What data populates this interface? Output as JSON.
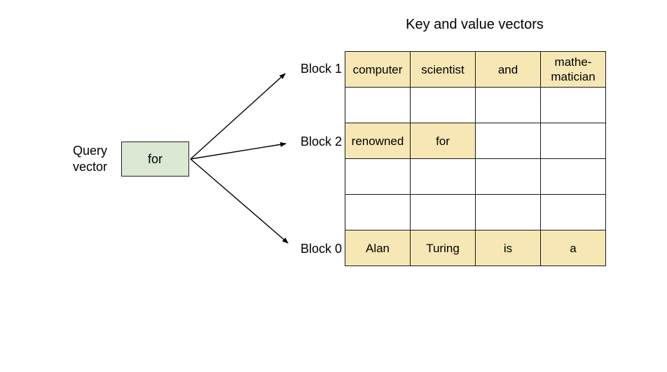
{
  "title": "Key and value vectors",
  "query_vector": {
    "label": "Query\nvector",
    "box_text": "for"
  },
  "block_labels": [
    {
      "label": "Block 1"
    },
    {
      "label": "Block 2"
    },
    {
      "label": "Block 0"
    }
  ],
  "table": {
    "rows": [
      {
        "block": "Block 1",
        "cells": [
          {
            "text": "computer",
            "highlight": true
          },
          {
            "text": "scientist",
            "highlight": true
          },
          {
            "text": "and",
            "highlight": true
          },
          {
            "text": "mathe-\nmatician",
            "highlight": true
          }
        ]
      },
      {
        "block": "",
        "cells": [
          {
            "text": "",
            "highlight": false
          },
          {
            "text": "",
            "highlight": false
          },
          {
            "text": "",
            "highlight": false
          },
          {
            "text": "",
            "highlight": false
          }
        ]
      },
      {
        "block": "Block 2",
        "cells": [
          {
            "text": "renowned",
            "highlight": true
          },
          {
            "text": "for",
            "highlight": true
          },
          {
            "text": "",
            "highlight": false
          },
          {
            "text": "",
            "highlight": false
          }
        ]
      },
      {
        "block": "",
        "cells": [
          {
            "text": "",
            "highlight": false
          },
          {
            "text": "",
            "highlight": false
          },
          {
            "text": "",
            "highlight": false
          },
          {
            "text": "",
            "highlight": false
          }
        ]
      },
      {
        "block": "",
        "cells": [
          {
            "text": "",
            "highlight": false
          },
          {
            "text": "",
            "highlight": false
          },
          {
            "text": "",
            "highlight": false
          },
          {
            "text": "",
            "highlight": false
          }
        ]
      },
      {
        "block": "Block 0",
        "cells": [
          {
            "text": "Alan",
            "highlight": true
          },
          {
            "text": "Turing",
            "highlight": true
          },
          {
            "text": "is",
            "highlight": true
          },
          {
            "text": "a",
            "highlight": true
          }
        ]
      }
    ]
  },
  "colors": {
    "cell_highlight": "#F7E7B5",
    "query_box_fill": "#DBE8D3",
    "line": "#1a1a1a"
  }
}
